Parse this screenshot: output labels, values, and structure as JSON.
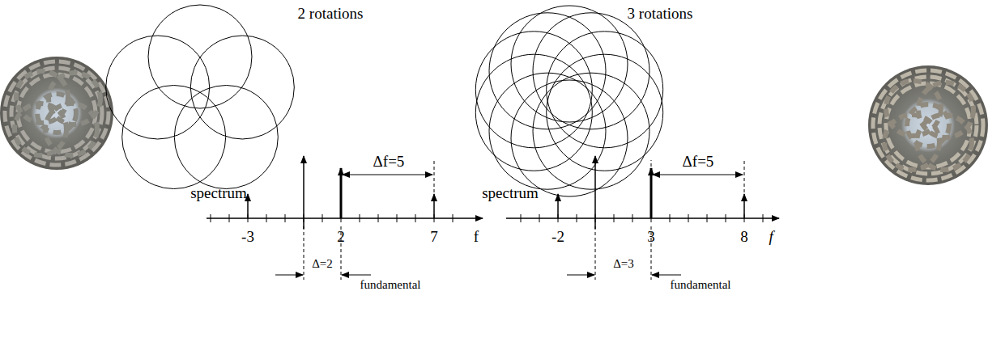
{
  "diagram": {
    "labels": [
      "2 rotations",
      "spectrum",
      "Δf=5",
      "-3",
      "2",
      "7",
      "f",
      "Δ=2",
      "fundamental",
      "3 rotations",
      "spectrum",
      "Δf=5",
      "-2",
      "3",
      "8",
      "f",
      "Δ=3",
      "fundamental"
    ]
  }
}
